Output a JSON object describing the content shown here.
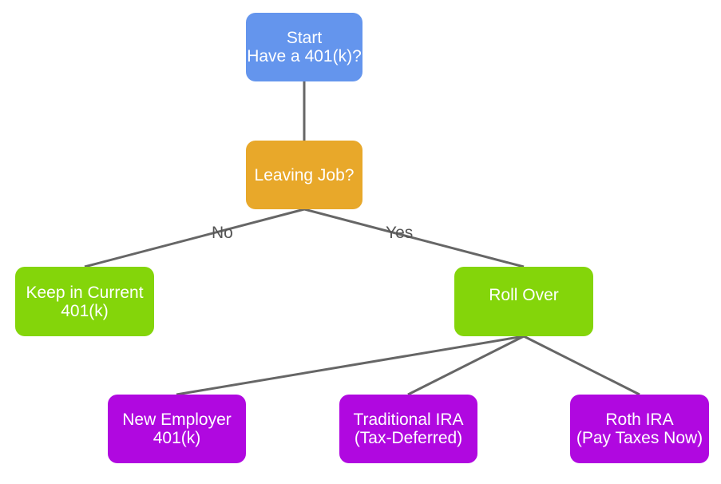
{
  "colors": {
    "start": "#6495ED",
    "decision": "#E8A82A",
    "outcome": "#84D50A",
    "destination": "#B008E0",
    "edge": "#666666",
    "text": "#FFFFFF",
    "label": "#555555"
  },
  "nodes": {
    "start": {
      "line1": "Start",
      "line2": "Have a 401(k)?"
    },
    "decision": {
      "line1": "Leaving Job?"
    },
    "keep": {
      "line1": "Keep in Current",
      "line2": "401(k)"
    },
    "rollover": {
      "line1": "Roll Over"
    },
    "new_employer": {
      "line1": "New Employer",
      "line2": "401(k)"
    },
    "traditional_ira": {
      "line1": "Traditional IRA",
      "line2": "(Tax-Deferred)"
    },
    "roth_ira": {
      "line1": "Roth IRA",
      "line2": "(Pay Taxes Now)"
    }
  },
  "edges": {
    "no_label": "No",
    "yes_label": "Yes"
  }
}
